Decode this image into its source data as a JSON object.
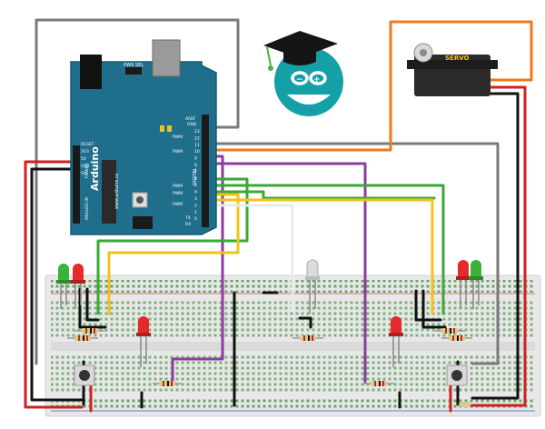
{
  "arduino": {
    "brand": "Arduino",
    "site": "www.arduino.cc",
    "top_label": "PWR SEL",
    "aref": "AREF",
    "gnd": "GND",
    "digital": "DIGITAL",
    "pwm": "PWM",
    "tx": "TX",
    "rx": "RX",
    "reset": "RESET",
    "v33": "3V3",
    "v5": "5V",
    "gnd2": "Gnd",
    "vin": "Vin",
    "power": "POWER",
    "analog": "ANALOG IN",
    "pin_numbers": [
      "13",
      "12",
      "11",
      "10",
      "9",
      "8",
      "7",
      "6",
      "5",
      "4",
      "3",
      "2",
      "1",
      "0"
    ]
  },
  "servo": {
    "label": "SERVO"
  },
  "logo": {
    "name": "arduino-graduate-logo"
  },
  "colors": {
    "board": "#1f6f8c",
    "board_dark": "#165a73",
    "breadboard": "#e9e9e9",
    "wire_gray": "#7a7a7a",
    "wire_black": "#111111",
    "wire_red": "#d21f1f",
    "wire_orange": "#f07a1a",
    "wire_purple": "#8e3c9e",
    "wire_green": "#3aa935",
    "wire_yellow": "#f2c21a",
    "wire_white": "#ffffff",
    "led_red": "#e52a2a",
    "led_green": "#3bb33b",
    "led_white": "#dcdcdc",
    "logo_teal": "#15a0a8"
  }
}
